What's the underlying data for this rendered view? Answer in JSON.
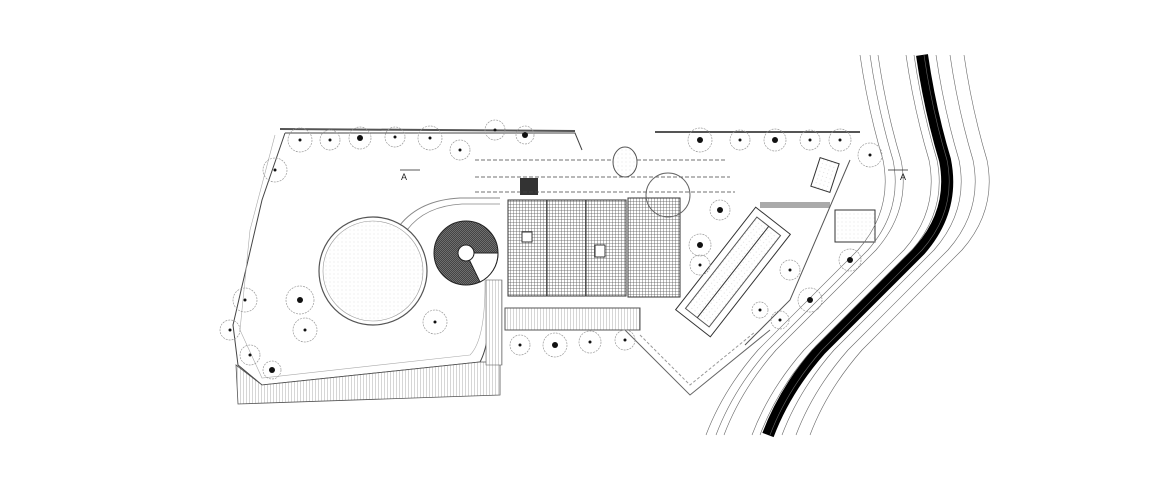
{
  "drawing": {
    "type": "architectural site plan",
    "section_markers": [
      {
        "label": "A",
        "side": "left"
      },
      {
        "label": "A",
        "side": "right"
      }
    ],
    "colors": {
      "line": "#333333",
      "river": "#000000",
      "roof": "#555555",
      "background": "#ffffff"
    }
  }
}
